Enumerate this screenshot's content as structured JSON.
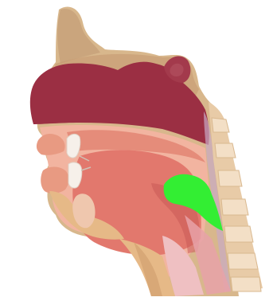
{
  "diagram": {
    "type": "sagittal-head-cross-section",
    "regions": [
      {
        "name": "nose",
        "color": "#caa57d"
      },
      {
        "name": "nasal-cavity",
        "color": "#9b2f43"
      },
      {
        "name": "cervical-spine",
        "color": "#e8cba7"
      },
      {
        "name": "tongue",
        "color": "#e2786d"
      },
      {
        "name": "pharynx-highlight",
        "color": "#33ee33"
      },
      {
        "name": "lips",
        "color": "#e89a82"
      },
      {
        "name": "teeth",
        "color": "#f6f0ea"
      },
      {
        "name": "skin",
        "color": "#e6b987"
      }
    ]
  }
}
